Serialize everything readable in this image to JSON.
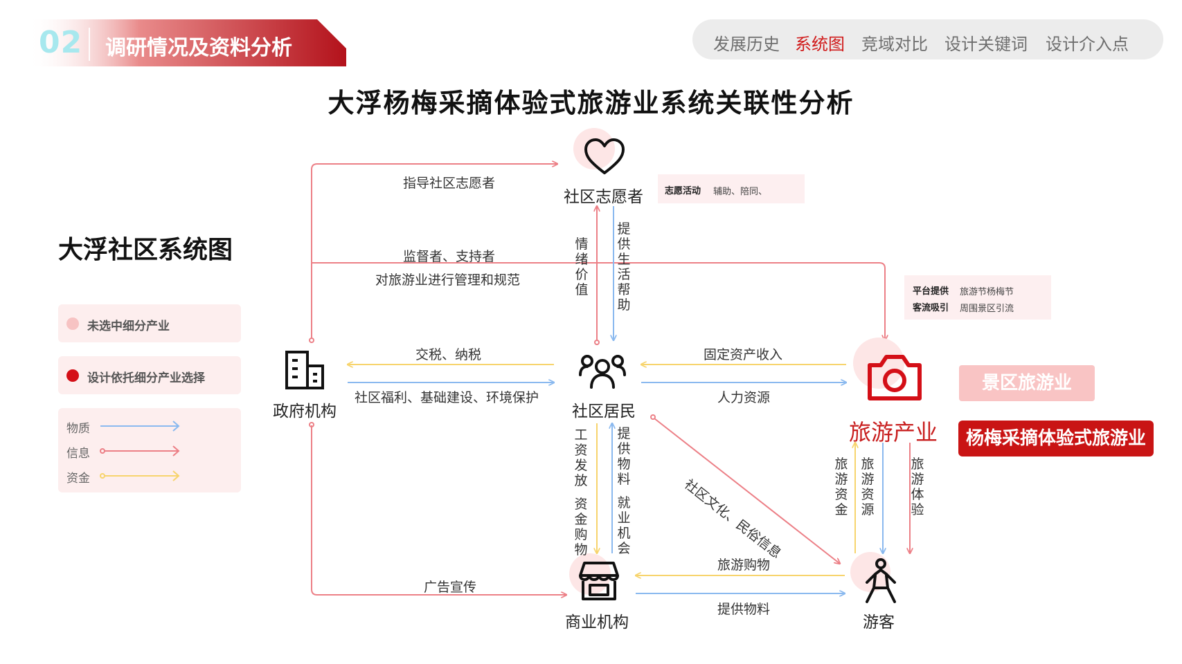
{
  "header": {
    "section_number": "02",
    "section_title": "调研情况及资料分析"
  },
  "nav": {
    "items": [
      {
        "label": "发展历史",
        "active": false
      },
      {
        "label": "系统图",
        "active": true
      },
      {
        "label": "竞域对比",
        "active": false
      },
      {
        "label": "设计关键词",
        "active": false
      },
      {
        "label": "设计介入点",
        "active": false
      }
    ]
  },
  "title": "大浮杨梅采摘体验式旅游业系统关联性分析",
  "side_title": "大浮社区系统图",
  "legend": {
    "unselected": "未选中细分产业",
    "selected": "设计依托细分产业选择",
    "flows": [
      {
        "label": "物质",
        "color": "#8ab9ef"
      },
      {
        "label": "信息",
        "color": "#ec7f86"
      },
      {
        "label": "资金",
        "color": "#f7d46d"
      }
    ]
  },
  "nodes": {
    "volunteer": "社区志愿者",
    "government": "政府机构",
    "residents": "社区居民",
    "tourism": "旅游产业",
    "business": "商业机构",
    "tourist": "游客"
  },
  "icons": {
    "volunteer": "heart-icon",
    "government": "building-icon",
    "residents": "people-group-icon",
    "tourism": "camera-icon",
    "business": "storefront-icon",
    "tourist": "person-icon"
  },
  "edges": {
    "gov_to_volunteer": "指导社区志愿者",
    "supervisor": "监督者、支持者",
    "regulate": "对旅游业进行管理和规范",
    "tax": "交税、纳税",
    "welfare": "社区福利、基础建设、环境保护",
    "emotion": "情绪价值",
    "life_help": "提供生活帮助",
    "fixed_income": "固定资产收入",
    "human_resource": "人力资源",
    "wages": "工资发放",
    "fund_shopping": "资金购物",
    "materials": "提供物料",
    "jobs": "就业机会",
    "culture": "社区文化、民俗信息",
    "tourism_funds": "旅游资金",
    "tourism_resources": "旅游资源",
    "tourism_experience": "旅游体验",
    "tour_shopping": "旅游购物",
    "supply_materials": "提供物料",
    "advertising": "广告宣传"
  },
  "volunteer_info": {
    "key": "志愿活动",
    "value": "辅助、陪同、"
  },
  "tourism_info": [
    {
      "key": "平台提供",
      "value": "旅游节杨梅节"
    },
    {
      "key": "客流吸引",
      "value": "周围景区引流"
    }
  ],
  "tags": {
    "scenic": "景区旅游业",
    "bayberry": "杨梅采摘体验式旅游业"
  },
  "colors": {
    "material": "#8ab9ef",
    "info": "#ec7f86",
    "fund": "#f7d46d",
    "brand_red": "#c81e1e"
  }
}
